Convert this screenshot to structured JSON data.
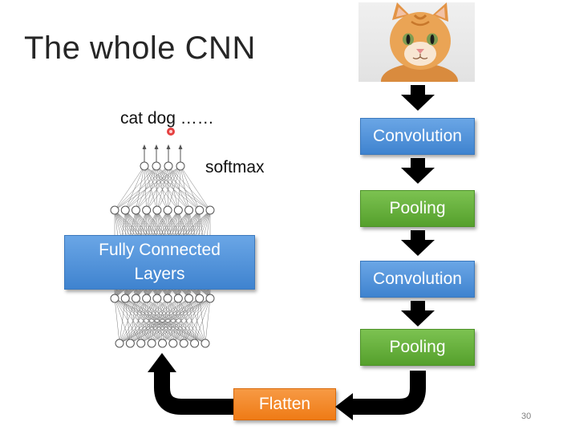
{
  "slide": {
    "title": "The whole CNN",
    "page_number": "30"
  },
  "network": {
    "output_labels": "cat dog ……",
    "softmax_label": "softmax",
    "fc_line1": "Fully Connected",
    "fc_line2": "Layers"
  },
  "pipeline": {
    "conv1": "Convolution",
    "pool1": "Pooling",
    "conv2": "Convolution",
    "pool2": "Pooling",
    "flatten": "Flatten"
  },
  "colors": {
    "conv": "#4a8fd8",
    "pool": "#62ad37",
    "flatten": "#f28a2c",
    "arrow": "#000000",
    "laser_dot": "#e02020"
  }
}
